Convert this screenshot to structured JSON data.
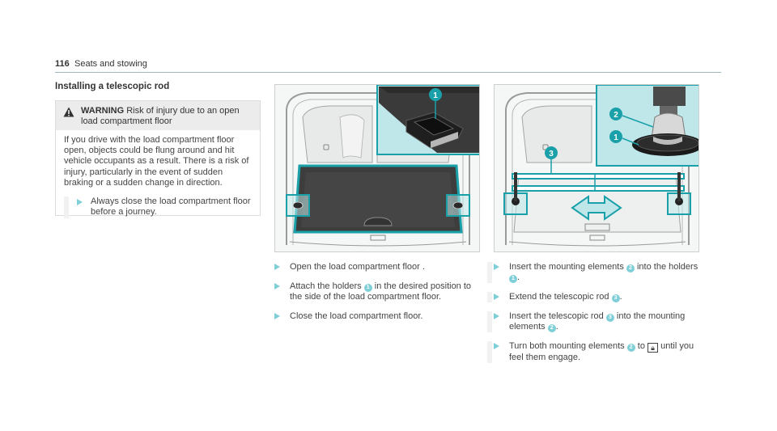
{
  "header": {
    "page_number": "116",
    "section": "Seats and stowing"
  },
  "section_title": "Installing a telescopic rod",
  "warning": {
    "label": "WARNING",
    "headline": "Risk of injury due to an open load compartment floor",
    "body": "If you drive with the load compartment floor open, objects could be flung around and hit vehicle occupants as a result. There is a risk of injury, particularly in the event of sudden braking or a sudden change in direction.",
    "action": "Always close the load compartment floor before a journey."
  },
  "figure1": {
    "callouts": [
      "1"
    ]
  },
  "figure2": {
    "callouts": [
      "1",
      "2",
      "3"
    ]
  },
  "steps_left": [
    {
      "segments": [
        {
          "t": "Open the load compartment floor ."
        }
      ]
    },
    {
      "segments": [
        {
          "t": "Attach the holders "
        },
        {
          "n": "1"
        },
        {
          "t": " in the desired position to the side of the load compartment floor."
        }
      ]
    },
    {
      "segments": [
        {
          "t": "Close the load compartment floor."
        }
      ]
    }
  ],
  "steps_right": [
    {
      "segments": [
        {
          "t": "Insert the mounting elements "
        },
        {
          "n": "2"
        },
        {
          "t": " into the holders "
        },
        {
          "n": "1"
        },
        {
          "t": "."
        }
      ]
    },
    {
      "segments": [
        {
          "t": "Extend the telescopic rod "
        },
        {
          "n": "3"
        },
        {
          "t": "."
        }
      ]
    },
    {
      "segments": [
        {
          "t": "Insert the telescopic rod "
        },
        {
          "n": "3"
        },
        {
          "t": " into the mount­ing elements "
        },
        {
          "n": "2"
        },
        {
          "t": "."
        }
      ]
    },
    {
      "segments": [
        {
          "t": "Turn both mounting elements "
        },
        {
          "n": "2"
        },
        {
          "t": " to "
        },
        {
          "icon": "🔒︎"
        },
        {
          "t": " until you feel them engage."
        }
      ]
    }
  ],
  "colors": {
    "accent": "#7fcfd8",
    "accent_dark": "#1aa0a8"
  }
}
